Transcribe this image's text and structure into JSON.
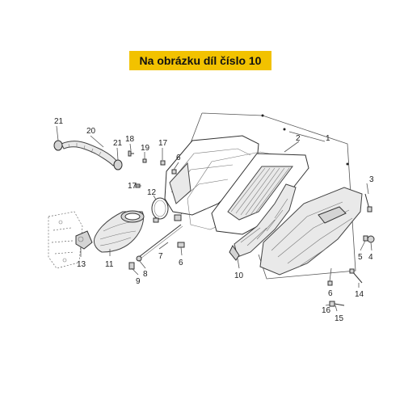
{
  "banner": {
    "text": "Na obrázku díl číslo 10"
  },
  "callouts": {
    "c1": "1",
    "c2": "2",
    "c3": "3",
    "c4": "4",
    "c5": "5",
    "c6a": "6",
    "c6b": "6",
    "c6c": "6",
    "c7": "7",
    "c8": "8",
    "c9": "9",
    "c10": "10",
    "c11": "11",
    "c12": "12",
    "c13": "13",
    "c14": "14",
    "c15": "15",
    "c16": "16",
    "c17a": "17",
    "c17b": "17",
    "c18": "18",
    "c19": "19",
    "c20": "20",
    "c21a": "21",
    "c21b": "21"
  },
  "icons": {
    "housing": "air-filter-housing-icon",
    "element": "filter-element-icon",
    "cover": "filter-cover-icon",
    "duct": "intake-duct-icon",
    "manifold": "intake-manifold-icon",
    "hose": "breather-hose-icon"
  },
  "colors": {
    "banner_bg": "#f2c200",
    "line": "#333333"
  }
}
